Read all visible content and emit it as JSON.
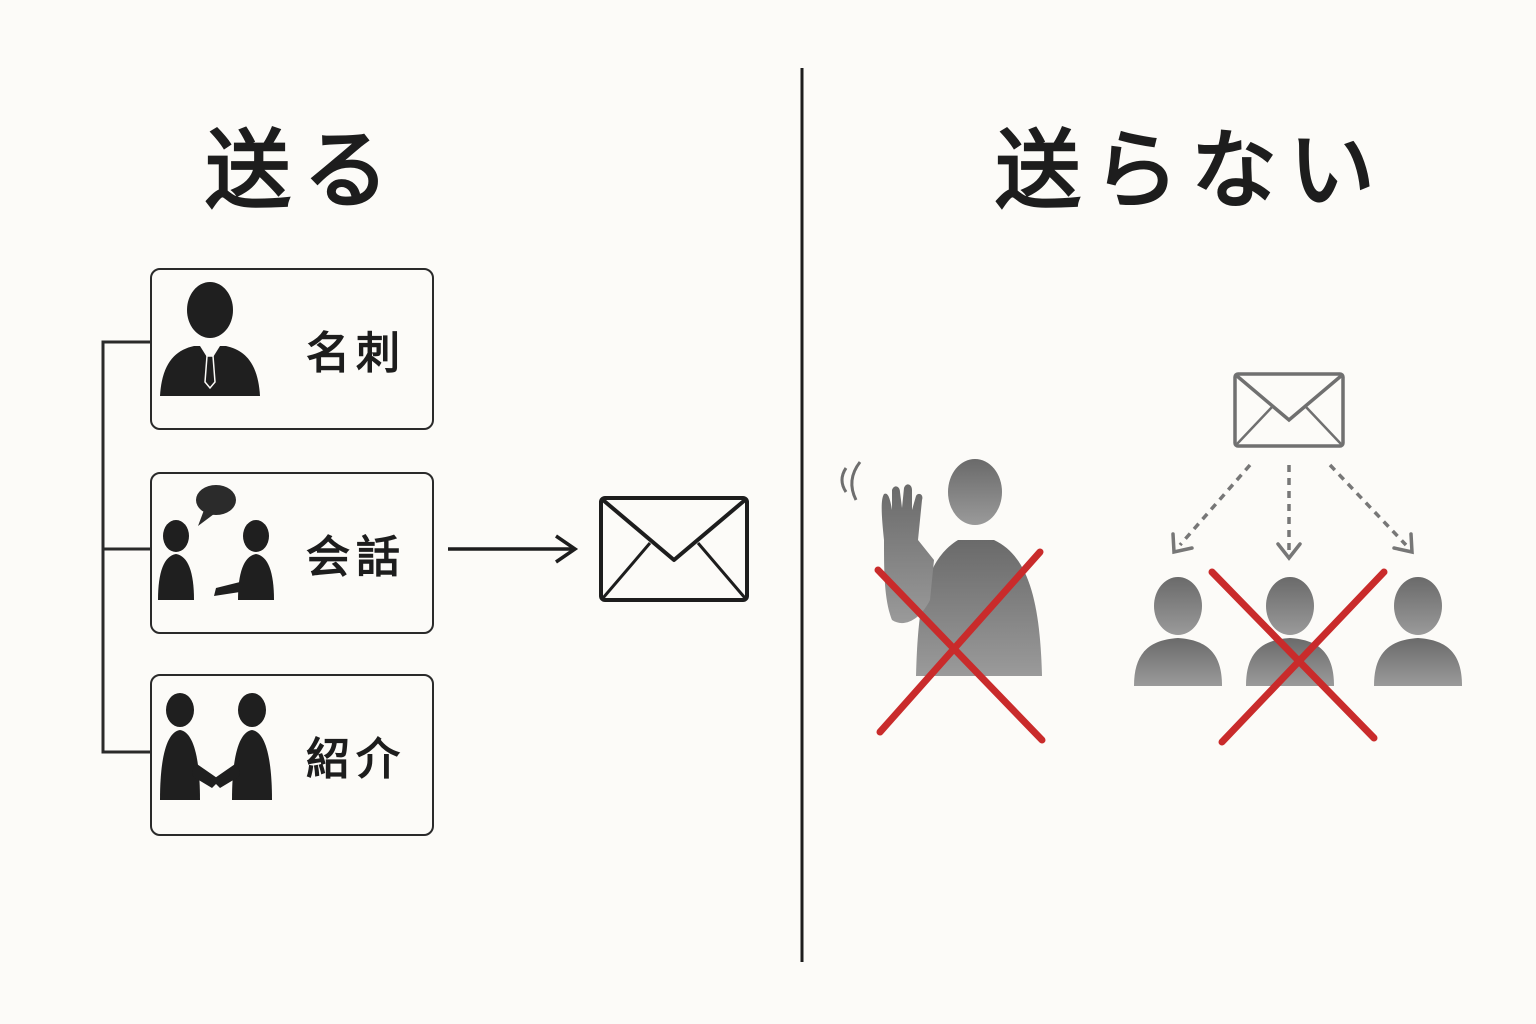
{
  "left": {
    "title": "送る",
    "sources": [
      {
        "label": "名刺",
        "icon": "businessperson-icon"
      },
      {
        "label": "会話",
        "icon": "conversation-icon"
      },
      {
        "label": "紹介",
        "icon": "handshake-icon"
      }
    ],
    "result_icon": "envelope-icon"
  },
  "right": {
    "title": "送らない",
    "cases": [
      {
        "icon": "waving-person-icon",
        "marked": "cross"
      },
      {
        "icon": "envelope-broadcast-icon",
        "marked": "cross"
      }
    ]
  },
  "colors": {
    "ink": "#1d1d1d",
    "muted_gray": "#6e6e6e",
    "cross_red": "#c92b2b",
    "background": "#fcfbf8"
  }
}
